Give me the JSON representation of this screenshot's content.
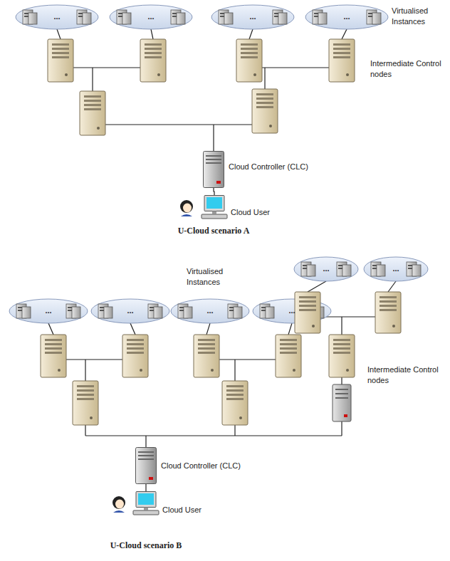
{
  "diagram": {
    "nodes": [
      {
        "text": [
          "Cloud Controller (CLC)"
        ]
      },
      {
        "text": [
          "Cloud User"
        ]
      },
      {
        "text": [
          "Cloud Controller (CLC)"
        ]
      },
      {
        "text": [
          "Cloud User"
        ]
      }
    ],
    "edges": [
      {
        "from": 1,
        "to": 0,
        "arrow": "none"
      },
      {
        "from": 3,
        "to": 2,
        "arrow": "none"
      }
    ],
    "labels": [
      "Virtualised Instances",
      "Intermediate Control nodes",
      "...",
      "...",
      "...",
      "...",
      "U-Cloud scenario A",
      "Virtualised Instances",
      "Intermediate Control nodes",
      "...",
      "...",
      "...",
      "...",
      "...",
      "...",
      "U-Cloud scenario B"
    ]
  }
}
